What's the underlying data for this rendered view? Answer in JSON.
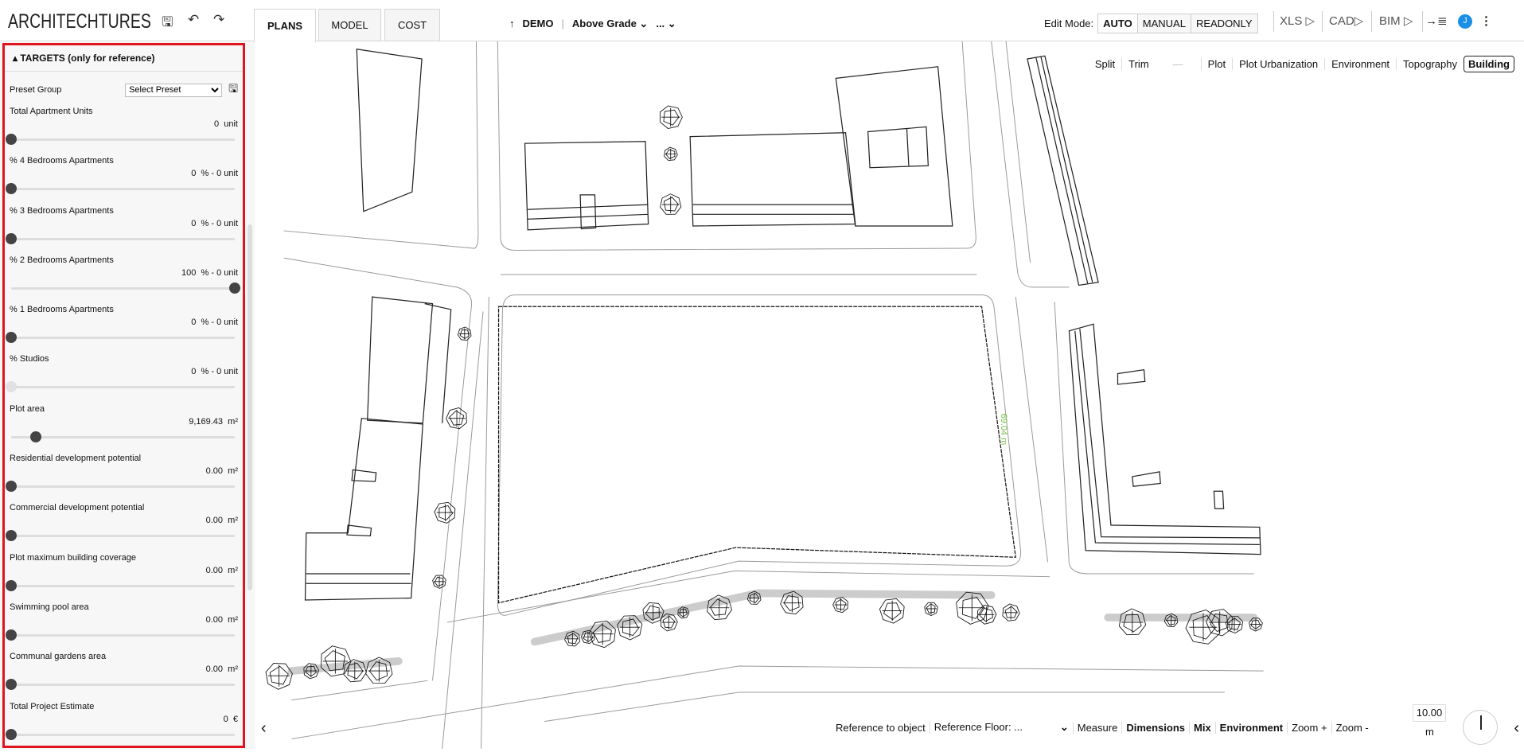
{
  "header": {
    "logo": "ARCHITECHTURES",
    "tabs": [
      "PLANS",
      "MODEL",
      "COST"
    ],
    "active_tab": "PLANS",
    "project": "DEMO",
    "grade": "Above Grade",
    "more": "...",
    "edit_mode_label": "Edit Mode:",
    "edit_modes": [
      "AUTO",
      "MANUAL",
      "READONLY"
    ],
    "active_mode": "AUTO",
    "exports": [
      "XLS",
      "CAD",
      "BIM"
    ],
    "avatar": "J"
  },
  "sidebar": {
    "title": "TARGETS (only for reference)",
    "preset_label": "Preset Group",
    "preset_value": "Select Preset",
    "fields": [
      {
        "label": "Total Apartment Units",
        "value": "0",
        "unit": "unit",
        "slider": 0
      },
      {
        "label": "% 4 Bedrooms Apartments",
        "value": "0",
        "unit": "% - 0 unit",
        "slider": 0
      },
      {
        "label": "% 3 Bedrooms Apartments",
        "value": "0",
        "unit": "% - 0 unit",
        "slider": 0
      },
      {
        "label": "% 2 Bedrooms Apartments",
        "value": "100",
        "unit": "% - 0 unit",
        "slider": 1
      },
      {
        "label": "% 1 Bedrooms Apartments",
        "value": "0",
        "unit": "% - 0 unit",
        "slider": 0
      },
      {
        "label": "% Studios",
        "value": "0",
        "unit": "% - 0 unit",
        "slider": 0,
        "disabled": true
      },
      {
        "label": "Plot area",
        "value": "9,169.43",
        "unit": "m²",
        "slider": 0.11
      },
      {
        "label": "Residential development potential",
        "value": "0.00",
        "unit": "m²",
        "slider": 0
      },
      {
        "label": "Commercial development potential",
        "value": "0.00",
        "unit": "m²",
        "slider": 0
      },
      {
        "label": "Plot maximum building coverage",
        "value": "0.00",
        "unit": "m²",
        "slider": 0
      },
      {
        "label": "Swimming pool area",
        "value": "0.00",
        "unit": "m²",
        "slider": 0
      },
      {
        "label": "Communal gardens area",
        "value": "0.00",
        "unit": "m²",
        "slider": 0
      },
      {
        "label": "Total Project Estimate",
        "value": "0",
        "unit": "€",
        "slider": 0
      }
    ]
  },
  "layers": {
    "items": [
      "Split",
      "Trim",
      "—",
      "Plot",
      "Plot Urbanization",
      "Environment",
      "Topography",
      "Building"
    ],
    "active": "Building"
  },
  "map": {
    "dimension_label": "69.04 m",
    "dimension_color": "#7ac143"
  },
  "bottom": {
    "items": [
      "Reference to object",
      "Reference Floor:  ...",
      "Measure",
      "Dimensions",
      "Mix",
      "Environment",
      "Zoom +",
      "Zoom -"
    ],
    "scale_value": "10.00",
    "scale_unit": "m"
  }
}
